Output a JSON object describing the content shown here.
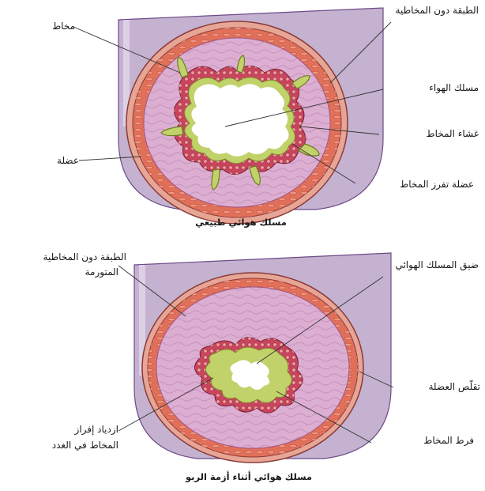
{
  "figure_top": {
    "caption": "مسلك هوائي طبيعي",
    "labels": {
      "mucus": "مخاط",
      "submucosa": "الطبقة دون المخاطية",
      "airway": "مسلك الهواء",
      "mucous_membrane": "غشاء المخاط",
      "muscle": "عضلة",
      "mucus_gland": "عضلة تفرز المخاط"
    }
  },
  "figure_bottom": {
    "caption": "مسلك هوائي أثناء أزمة الربو",
    "labels": {
      "swollen_submucosa_line1": "الطبقة دون المخاطية",
      "swollen_submucosa_line2": "المتورمة",
      "narrowed_airway": "ضيق المسلك الهوائي",
      "muscle_contraction": "تقلّص العضلة",
      "excess_secretion_line1": "ازدياد إفراز",
      "excess_secretion_line2": "المخاط في الغدد",
      "excess_mucus": "فرط المخاط"
    }
  },
  "colors": {
    "tube_outer": "#b9a6c6",
    "tube_wall": "#8c6aa0",
    "muscle_ring": "#e1705a",
    "submucosa": "#d7a6cc",
    "epithelium": "#c8455e",
    "mucus": "#c2d26a",
    "lumen": "#ffffff",
    "leader": "#333333"
  }
}
